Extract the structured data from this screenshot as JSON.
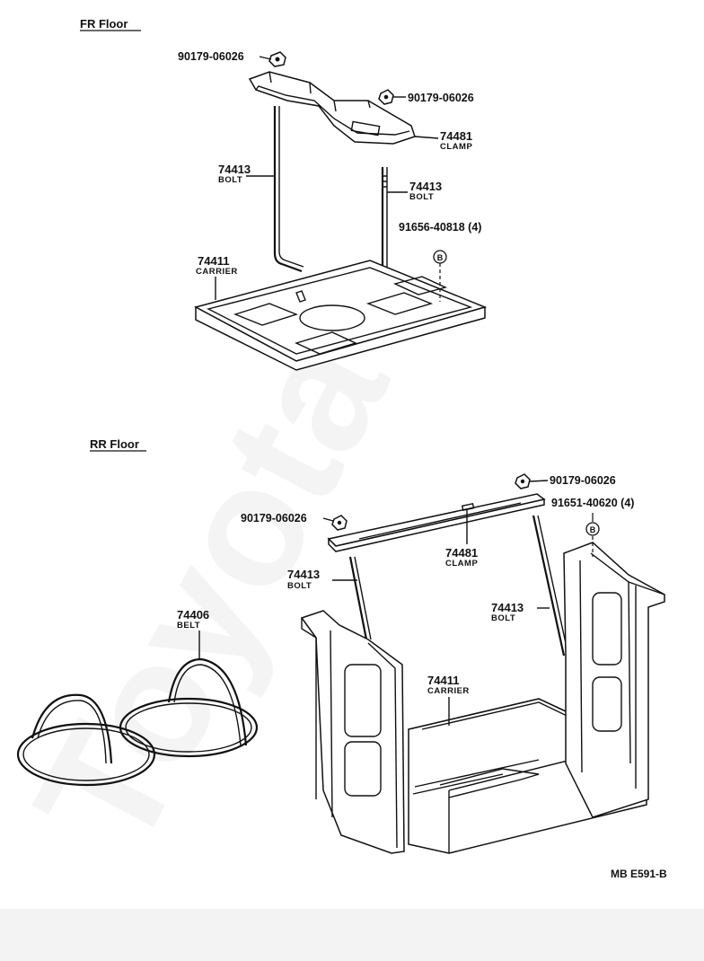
{
  "sections": {
    "fr": {
      "title": "FR Floor"
    },
    "rr": {
      "title": "RR Floor"
    }
  },
  "fr_parts": {
    "nut_left": "90179-06026",
    "nut_right": "90179-06026",
    "clamp": {
      "number": "74481",
      "name": "CLAMP"
    },
    "bolt_left": {
      "number": "74413",
      "name": "BOLT"
    },
    "bolt_right": {
      "number": "74413",
      "name": "BOLT"
    },
    "fastener": {
      "number": "91656-40818 (4)",
      "symbol": "B"
    },
    "carrier": {
      "number": "74411",
      "name": "CARRIER"
    }
  },
  "rr_parts": {
    "nut_left": "90179-06026",
    "nut_right": "90179-06026",
    "fastener": {
      "number": "91651-40620 (4)",
      "symbol": "B"
    },
    "clamp": {
      "number": "74481",
      "name": "CLAMP"
    },
    "bolt_left": {
      "number": "74413",
      "name": "BOLT"
    },
    "bolt_right": {
      "number": "74413",
      "name": "BOLT"
    },
    "belt": {
      "number": "74406",
      "name": "BELT"
    },
    "carrier": {
      "number": "74411",
      "name": "CARRIER"
    }
  },
  "diagram_code": "MB E591-B",
  "watermark": "Toyota"
}
